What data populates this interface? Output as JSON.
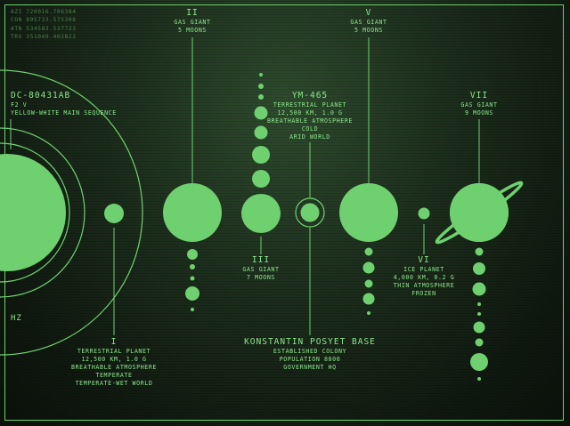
{
  "coords": [
    "AZI 720016.706384",
    "CON 895733.575308",
    "ATN 534583.537723",
    "TRX 351049.402822"
  ],
  "star": {
    "name": "DC-80431AB",
    "class": "F2 V",
    "desc": "YELLOW-WHITE MAIN SEQUENCE"
  },
  "hz_label": "HZ",
  "planets": {
    "I": {
      "name": "I",
      "lines": [
        "TERRESTRIAL PLANET",
        "12,500 KM, 1.0 G",
        "BREATHABLE ATMOSPHERE",
        "TEMPERATE",
        "TEMPERATE-WET WORLD"
      ]
    },
    "II": {
      "name": "II",
      "lines": [
        "GAS GIANT",
        "5 MOONS"
      ]
    },
    "III": {
      "name": "III",
      "lines": [
        "GAS GIANT",
        "7 MOONS"
      ]
    },
    "ym": {
      "name": "YM-465",
      "lines": [
        "TERRESTRIAL PLANET",
        "12,500 KM, 1.0 G",
        "BREATHABLE ATMOSPHERE",
        "COLD",
        "ARID WORLD"
      ]
    },
    "base": {
      "name": "KONSTANTIN POSYET BASE",
      "lines": [
        "ESTABLISHED COLONY",
        "POPULATION 8000",
        "GOVERNMENT HQ"
      ]
    },
    "V": {
      "name": "V",
      "lines": [
        "GAS GIANT",
        "5 MOONS"
      ]
    },
    "VI": {
      "name": "VI",
      "lines": [
        "ICE PLANET",
        "4,000 KM, 0.2 G",
        "THIN ATMOSPHERE",
        "FROZEN"
      ]
    },
    "VII": {
      "name": "VII",
      "lines": [
        "GAS GIANT",
        "9 MOONS"
      ]
    }
  },
  "colors": {
    "planet": "#6fd06f",
    "line": "#6fd06f",
    "text": "#8ee68e"
  }
}
